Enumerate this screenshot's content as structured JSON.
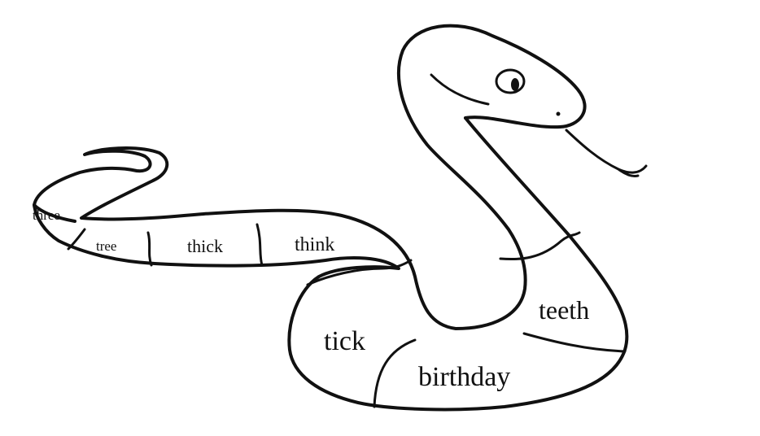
{
  "words": {
    "three": "three",
    "tree": "tree",
    "thick": "thick",
    "think": "think",
    "tick": "tick",
    "birthday": "birthday",
    "teeth": "teeth"
  },
  "colors": {
    "ink": "#111111",
    "background": "#ffffff"
  },
  "icons": {
    "main": "snake-icon"
  }
}
